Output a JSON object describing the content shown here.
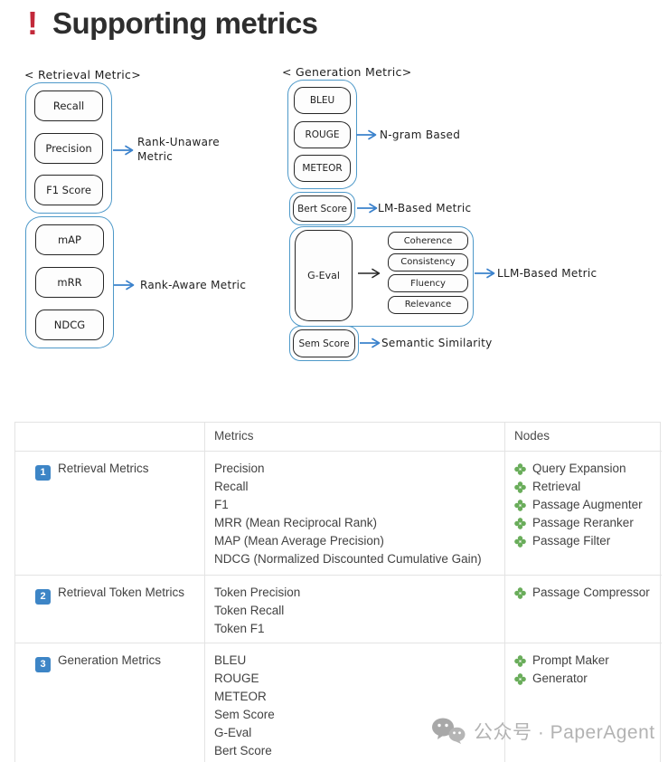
{
  "title": {
    "icon": "!",
    "text": "Supporting metrics"
  },
  "diagram": {
    "retrieval": {
      "section_label": "< Retrieval Metric>",
      "rank_unaware": {
        "items": [
          "Recall",
          "Precision",
          "F1 Score"
        ],
        "label": "Rank-Unaware Metric"
      },
      "rank_aware": {
        "items": [
          "mAP",
          "mRR",
          "NDCG"
        ],
        "label": "Rank-Aware Metric"
      }
    },
    "generation": {
      "section_label": "< Generation Metric>",
      "ngram": {
        "items": [
          "BLEU",
          "ROUGE",
          "METEOR"
        ],
        "label": "N-gram Based"
      },
      "lm": {
        "box": "Bert Score",
        "label": "LM-Based Metric"
      },
      "llm": {
        "box": "G-Eval",
        "criteria": [
          "Coherence",
          "Consistency",
          "Fluency",
          "Relevance"
        ],
        "label": "LLM-Based Metric"
      },
      "semantic": {
        "box": "Sem Score",
        "label": "Semantic Similarity"
      }
    }
  },
  "table": {
    "headers": {
      "category": "",
      "metrics": "Metrics",
      "nodes": "Nodes"
    },
    "rows": [
      {
        "num": "1",
        "category": "Retrieval Metrics",
        "metrics": [
          "Precision",
          "Recall",
          "F1",
          "MRR (Mean Reciprocal Rank)",
          "MAP (Mean Average Precision)",
          "NDCG (Normalized Discounted Cumulative Gain)"
        ],
        "nodes": [
          "Query Expansion",
          "Retrieval",
          "Passage Augmenter",
          "Passage Reranker",
          "Passage Filter"
        ]
      },
      {
        "num": "2",
        "category": "Retrieval Token Metrics",
        "metrics": [
          "Token Precision",
          "Token Recall",
          "Token F1"
        ],
        "nodes": [
          "Passage Compressor"
        ]
      },
      {
        "num": "3",
        "category": "Generation Metrics",
        "metrics": [
          "BLEU",
          "ROUGE",
          "METEOR",
          "Sem Score",
          "G-Eval",
          "Bert Score"
        ],
        "nodes": [
          "Prompt Maker",
          "Generator"
        ]
      }
    ]
  },
  "watermark": {
    "text": "公众号 · PaperAgent"
  },
  "colors": {
    "alert_red": "#c2293a",
    "sketch_blue": "#4e99c9",
    "arrow_blue": "#3b82cc",
    "sketch_ink": "#262626",
    "badge_blue": "#3d85c6",
    "clover_green": "#6aad5b",
    "watermark_gray": "#b3b3b3"
  }
}
